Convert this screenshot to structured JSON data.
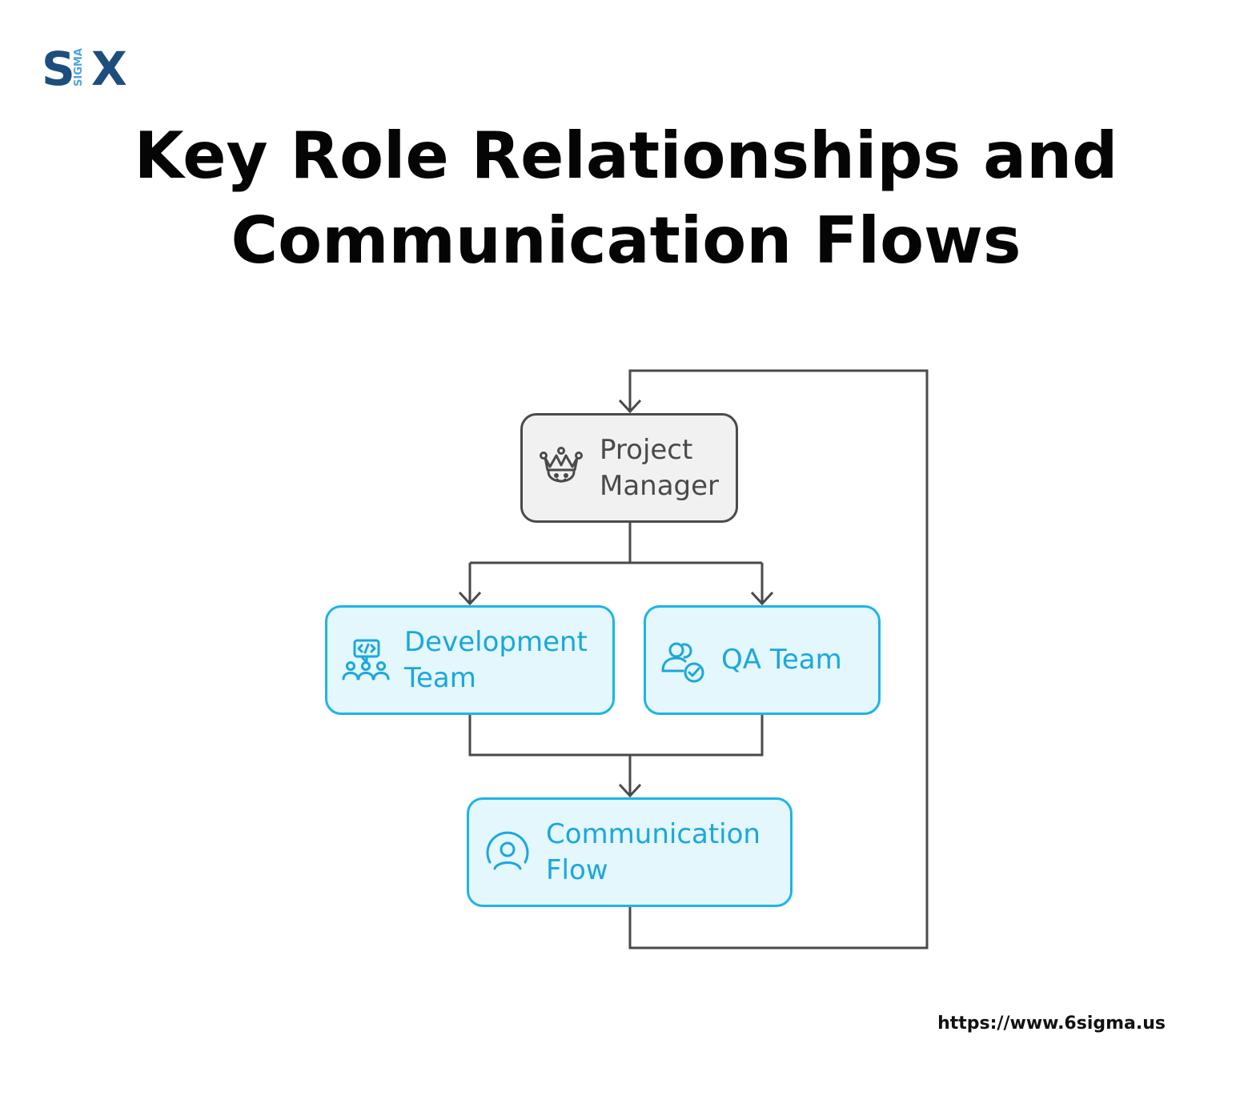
{
  "logo": {
    "left": "S",
    "vertical": "SIGMA",
    "right": "X"
  },
  "title": {
    "line1": "Key Role Relationships and",
    "line2": "Communication Flows"
  },
  "nodes": {
    "project_manager": {
      "label": "Project\nManager",
      "icon": "crown-face-icon"
    },
    "development_team": {
      "label": "Development\nTeam",
      "icon": "code-team-icon"
    },
    "qa_team": {
      "label": "QA Team",
      "icon": "user-check-icon"
    },
    "communication_flow": {
      "label": "Communication\nFlow",
      "icon": "user-circle-icon"
    }
  },
  "colors": {
    "gray_border": "#4a4a4a",
    "gray_fill": "#f1f1f1",
    "blue_border": "#1eb4e6",
    "blue_fill": "#e3f7fc",
    "blue_text": "#1ba7db",
    "logo_dark": "#1d4e7d",
    "logo_light": "#4ea3d8"
  },
  "footer": {
    "url": "https://www.6sigma.us"
  }
}
